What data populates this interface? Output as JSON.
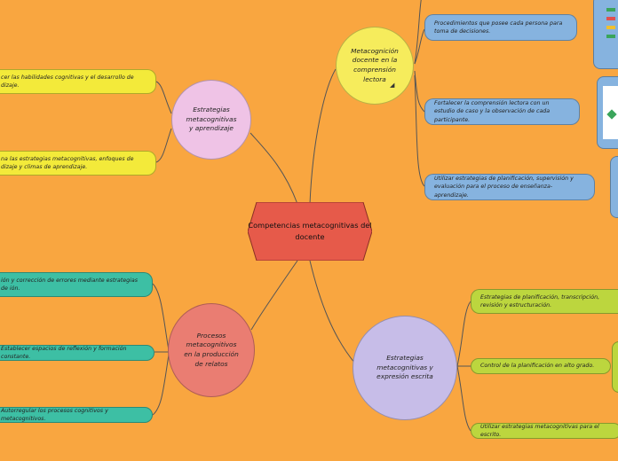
{
  "central": {
    "title": "Competencias metacognitivas del docente"
  },
  "topics": {
    "metacognicion": "Metacognición docente en la comprensión lectora",
    "estrategias_aprendizaje": "Estrategias metacognitivas y aprendizaje",
    "procesos": "Procesos metacognitivos en la producción de relatos",
    "expresion": "Estrategias metacognitivas y expresión escrita"
  },
  "subtopics": {
    "metacognicion": [
      "Procedimientos que posee cada persona para toma de decisiones.",
      "Fortalecer la comprensión lectora con un estudio de caso y la observación de cada participante.",
      "Utilizar estrategias de planificación, supervisión y evaluación para el proceso de enseñanza-aprendizaje."
    ],
    "estrategias_aprendizaje": [
      "cer las habilidades cognitivas y el desarrollo de dizaje.",
      "na las estrategias metacognitivas, enfoques de dizaje y climas de aprendizaje."
    ],
    "procesos": [
      "ión y corrección de errores mediante estrategias de ión.",
      "Establecer espacios de reflexión y formación constante.",
      "Autorregular los procesos cognitivos y metacognitivos."
    ],
    "expresion": [
      "Estrategias de planificación, transcripción, revisión y estructuración.",
      "Control de la planificación en alto grado.",
      "Utilizar estrategias metacognitivas para el escrito."
    ]
  },
  "colors": {
    "background": "#f9a640",
    "central": "#e65a4a",
    "metacognicion": "#f6ec5c",
    "estrategias_aprendizaje": "#efc3e6",
    "procesos": "#ea7d72",
    "expresion": "#c7bde8",
    "yellow_pill": "#f3ea3a",
    "blue_pill": "#86b3df",
    "teal_pill": "#3dbfa4",
    "olive_pill": "#bcd63e"
  },
  "icons": {
    "attachment": "note-corner-icon"
  }
}
